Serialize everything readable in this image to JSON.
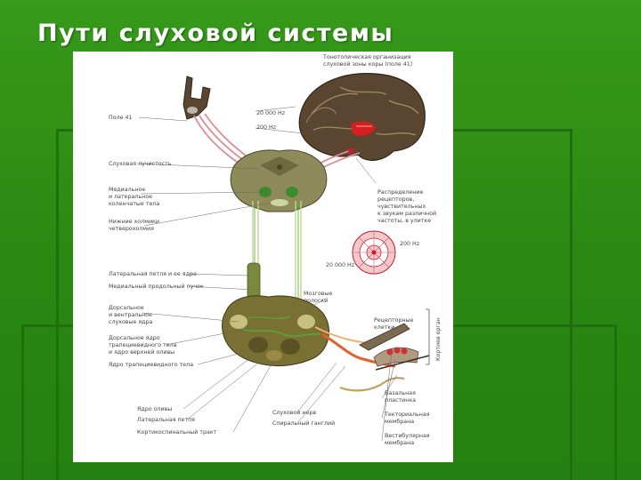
{
  "slide": {
    "title": "Пути слуховой системы"
  },
  "diagram": {
    "labels": {
      "tonotopic": [
        "Тонотопическая организация",
        "слуховой зоны коры (поле 41)"
      ],
      "field41": "Поле 41",
      "hz20000_top": "20 000 Hz",
      "hz200_top": "200 Hz",
      "auditory_radiation": "Слуховая лучистость",
      "geniculate": [
        "Медиальное",
        "и латеральное",
        "коленчатые тела"
      ],
      "colliculi": [
        "Нижние холмики",
        "четверохолмия"
      ],
      "receptor_distribution": [
        "Распределение",
        "рецепторов,",
        "чувствительных",
        "к звукам различной",
        "частоты, в улитке"
      ],
      "hz200_cochlea": "200 Hz",
      "hz20000_cochlea": "20 000 Hz",
      "lateral_lemniscus": "Латеральная петля и ее ядра",
      "medial_longitudinal": "Медиальный продольный пучок",
      "medullary_striae": [
        "Мозговые",
        "полоски"
      ],
      "cochlear_nuclei": [
        "Дорсальное",
        "и вентральное",
        "слуховые ядра"
      ],
      "trapezoid_nuclei": [
        "Дорсальное ядро",
        "трапециевидного тела",
        "и ядро верхней оливы"
      ],
      "trapezoid_body_nucleus": "Ядро трапециевидного тела",
      "receptor_cells": [
        "Рецепторные",
        "клетки"
      ],
      "organ_corti": "Кортиев орган",
      "basilar_plate": [
        "Базальная",
        "пластинка"
      ],
      "tectorial_membrane": [
        "Текториальная",
        "мембрана"
      ],
      "vestibular_membrane": [
        "Вестибулярная",
        "мембрана"
      ],
      "olive_nucleus": "Ядро оливы",
      "lateral_loop": "Латеральная петля",
      "corticospinal": "Кортикоспинальный тракт",
      "auditory_nerve": "Слуховой нерв",
      "spiral_ganglion": "Спиральный ганглий"
    }
  }
}
